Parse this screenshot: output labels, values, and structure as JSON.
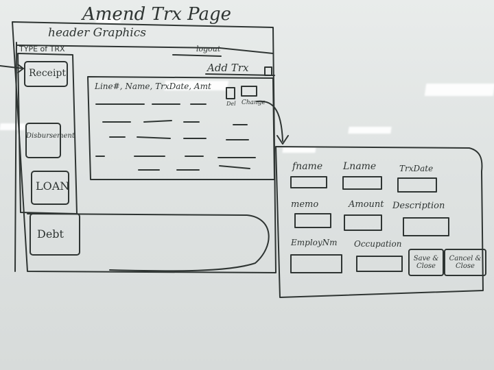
{
  "sketch": {
    "title": "Amend Trx Page",
    "header_label": "header Graphics",
    "sidebar_title": "TYPE of TRX",
    "logout_label": "logout",
    "add_trx_label": "Add Trx",
    "trx_types": [
      "Receipt",
      "Disbursement",
      "LOAN",
      "Debt"
    ],
    "table_header": "Line#, Name, TrxDate, Amt",
    "delete_label": "Del",
    "change_label": "Change",
    "form_fields": [
      "fname",
      "Lname",
      "TrxDate",
      "memo",
      "Amount",
      "Description",
      "EmployNm",
      "Occupation"
    ],
    "save_button": "Save & Close",
    "cancel_button": "Cancel & Close"
  },
  "colors": {
    "board": "#e3e6e5",
    "ink": "#2e3432",
    "light": "#ffffff"
  }
}
